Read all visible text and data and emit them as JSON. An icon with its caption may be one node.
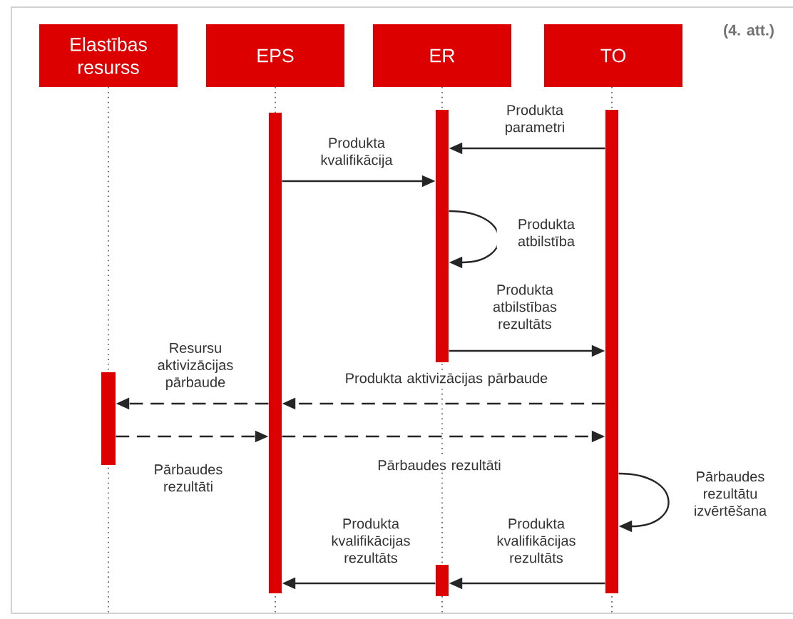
{
  "diagram": {
    "nodes": [
      {
        "text": [
          "Elastības resurss"
        ]
      },
      {
        "text": [
          "EPS"
        ]
      },
      {
        "text": [
          "ER"
        ]
      },
      {
        "text": [
          "TO"
        ]
      },
      {
        "text": [],
        "shape": "bar"
      },
      {
        "text": [],
        "shape": "bar"
      },
      {
        "text": [],
        "shape": "bar"
      },
      {
        "text": [],
        "shape": "bar"
      },
      {
        "text": [],
        "shape": "bar"
      }
    ],
    "edges": [
      {
        "from": 6,
        "to": 5,
        "arrow": "to",
        "label": "Produkta parametri"
      },
      {
        "from": 4,
        "to": 5,
        "arrow": "to",
        "label": "Produkta kvalifikācija"
      },
      {
        "from": 5,
        "to": 5,
        "arrow": "to",
        "label": "Produkta atbilstība"
      },
      {
        "from": 5,
        "to": 6,
        "arrow": "to",
        "label": "Produkta atbilstības rezultāts"
      },
      {
        "from": 6,
        "to": 4,
        "arrow": "to",
        "label": "Produkta aktivizācijas pārbaude",
        "style": "dashed"
      },
      {
        "from": 4,
        "to": 7,
        "arrow": "to",
        "label": "Resursu aktivizācijas pārbaude",
        "style": "dashed"
      },
      {
        "from": 7,
        "to": 4,
        "arrow": "to",
        "label": "Pārbaudes rezultāti",
        "style": "dashed"
      },
      {
        "from": 4,
        "to": 6,
        "arrow": "to",
        "label": "Pārbaudes rezultāti",
        "style": "dashed"
      },
      {
        "from": 6,
        "to": 6,
        "arrow": "to",
        "label": "Pārbaudes rezultātu izvērtēšana"
      },
      {
        "from": 6,
        "to": 8,
        "arrow": "to",
        "label": "Produkta kvalifikācijas rezultāts"
      },
      {
        "from": 8,
        "to": 4,
        "arrow": "to",
        "label": "Produkta kvalifikācijas rezultāts"
      }
    ],
    "labels": [
      "(4. att.)"
    ]
  }
}
